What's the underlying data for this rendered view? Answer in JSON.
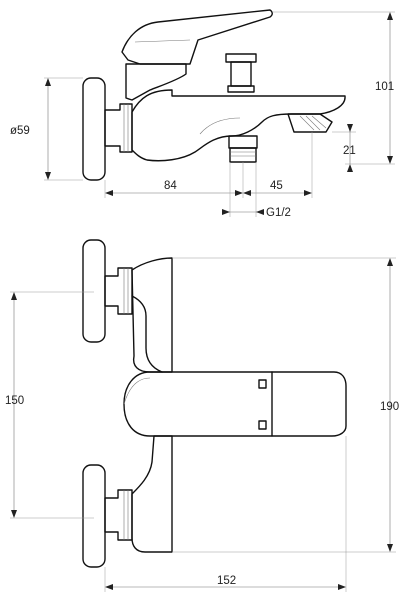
{
  "dimensions": {
    "top_height": "101",
    "flange_diameter": "ø59",
    "spout_offset": "21",
    "wall_to_outlet": "84",
    "outlet_to_spout": "45",
    "thread": "G1/2",
    "connection_spacing": "150",
    "total_height": "190",
    "total_width": "152"
  }
}
